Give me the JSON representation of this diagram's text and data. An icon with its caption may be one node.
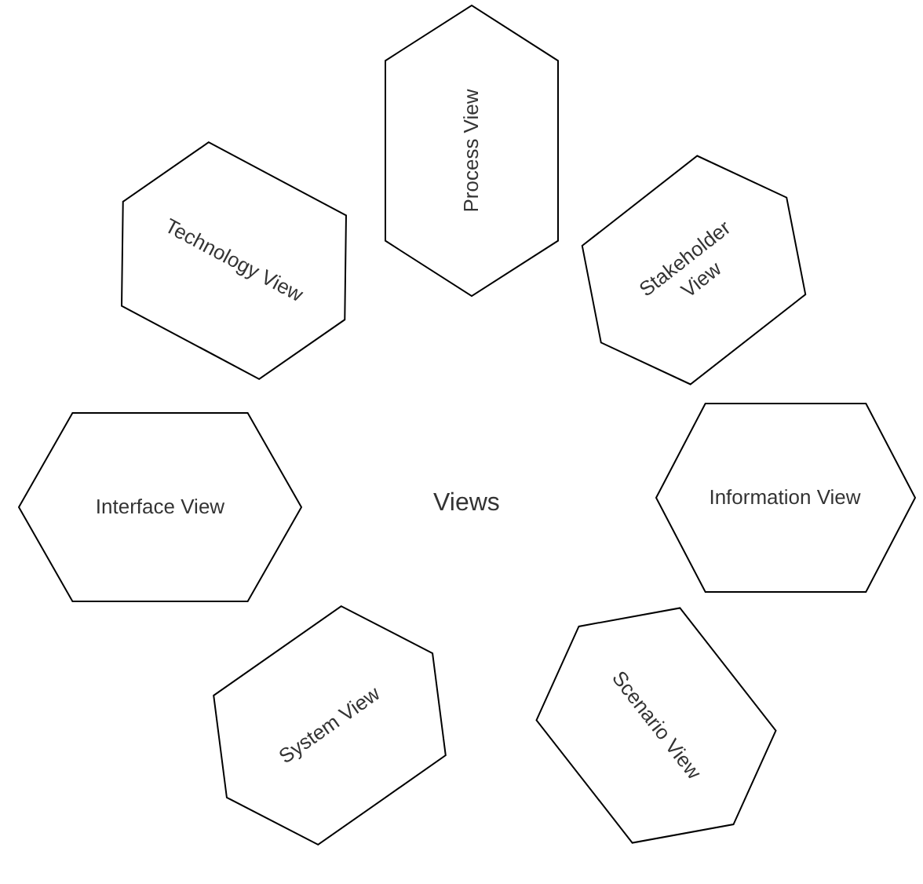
{
  "diagram": {
    "nodes": [
      {
        "text": [
          "Process View"
        ]
      },
      {
        "text": [
          "Technology View"
        ]
      },
      {
        "text": [
          "Stakeholder View"
        ]
      },
      {
        "text": [
          "Interface View"
        ]
      },
      {
        "text": [
          "Information View"
        ]
      },
      {
        "text": [
          "System View"
        ]
      },
      {
        "text": [
          "Scenario View"
        ]
      }
    ],
    "labels": [
      "Views"
    ]
  }
}
